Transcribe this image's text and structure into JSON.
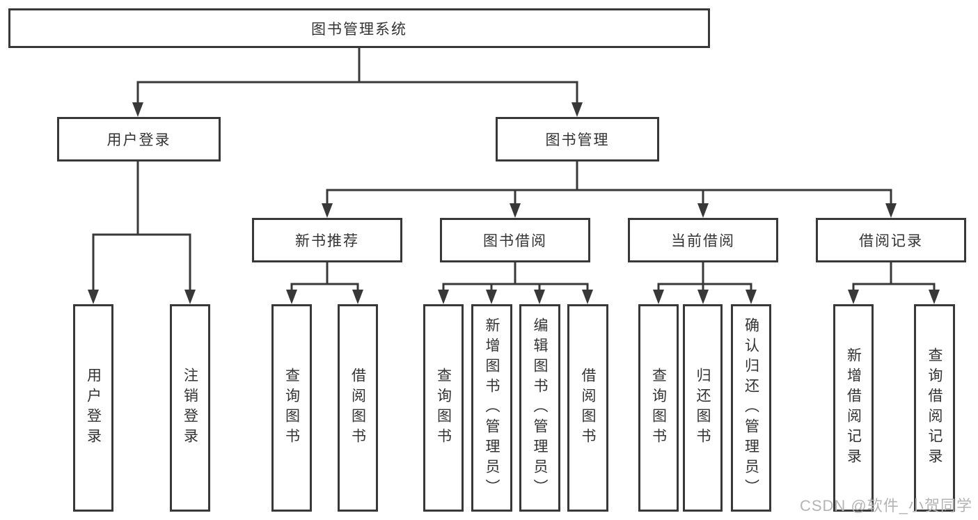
{
  "diagram": {
    "root": {
      "label": "图书管理系统"
    },
    "level1": [
      {
        "label": "用户登录"
      },
      {
        "label": "图书管理"
      }
    ],
    "level2": [
      {
        "label": "新书推荐"
      },
      {
        "label": "图书借阅"
      },
      {
        "label": "当前借阅"
      },
      {
        "label": "借阅记录"
      }
    ],
    "leaves": {
      "user_login": [
        {
          "label": "用户登录"
        },
        {
          "label": "注销登录"
        }
      ],
      "new_book_recommend": [
        {
          "label": "查询图书"
        },
        {
          "label": "借阅图书"
        }
      ],
      "book_borrowing": [
        {
          "label": "查询图书"
        },
        {
          "label": "新增图书（管理员）"
        },
        {
          "label": "编辑图书（管理员）"
        },
        {
          "label": "借阅图书"
        }
      ],
      "current_borrowing": [
        {
          "label": "查询图书"
        },
        {
          "label": "归还图书"
        },
        {
          "label": "确认归还（管理员）"
        }
      ],
      "borrowing_records": [
        {
          "label": "新增借阅记录"
        },
        {
          "label": "查询借阅记录"
        }
      ]
    }
  },
  "watermark": {
    "text": "CSDN @软件_小贺同学"
  },
  "colors": {
    "line": "#383838",
    "text": "#333333",
    "background": "#ffffff",
    "watermark": "#b4b4b4"
  }
}
